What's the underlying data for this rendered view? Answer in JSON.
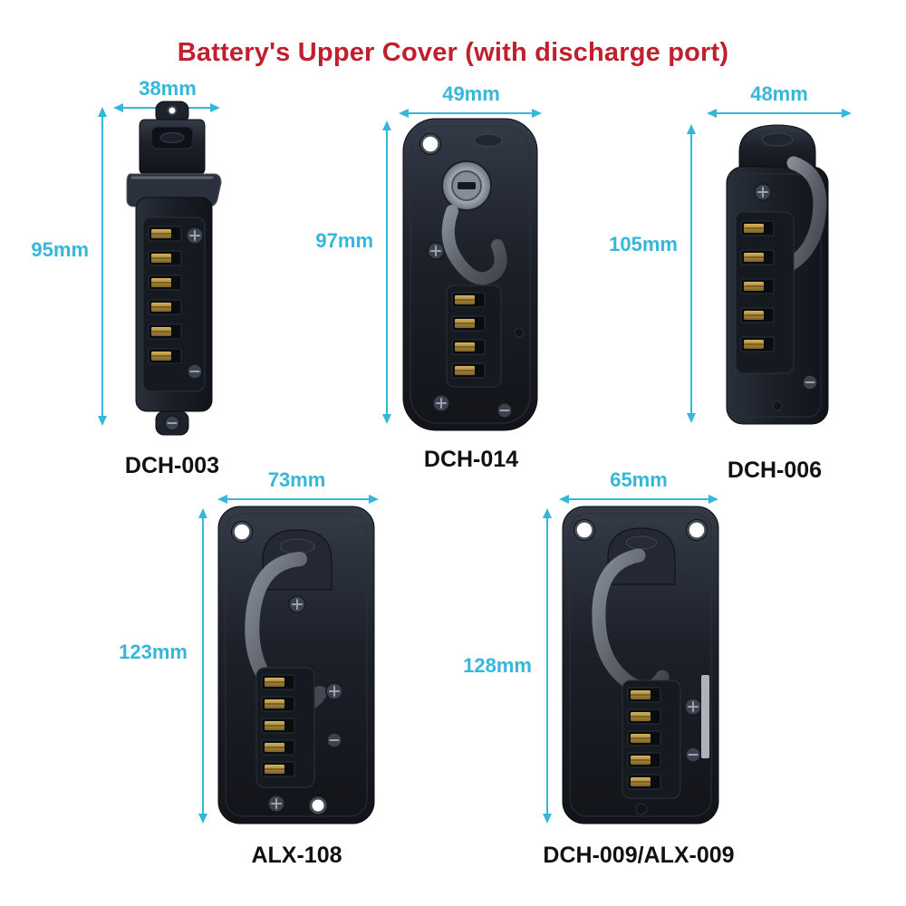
{
  "title": "Battery's Upper Cover (with discharge port)",
  "colors": {
    "accent": "#35b7da",
    "title": "#c01f2e",
    "label": "#111111"
  },
  "products": [
    {
      "name": "DCH-003",
      "width_label": "38mm",
      "height_label": "95mm"
    },
    {
      "name": "DCH-014",
      "width_label": "49mm",
      "height_label": "97mm"
    },
    {
      "name": "DCH-006",
      "width_label": "48mm",
      "height_label": "105mm"
    },
    {
      "name": "ALX-108",
      "width_label": "73mm",
      "height_label": "123mm"
    },
    {
      "name": "DCH-009/ALX-009",
      "width_label": "65mm",
      "height_label": "128mm"
    }
  ]
}
